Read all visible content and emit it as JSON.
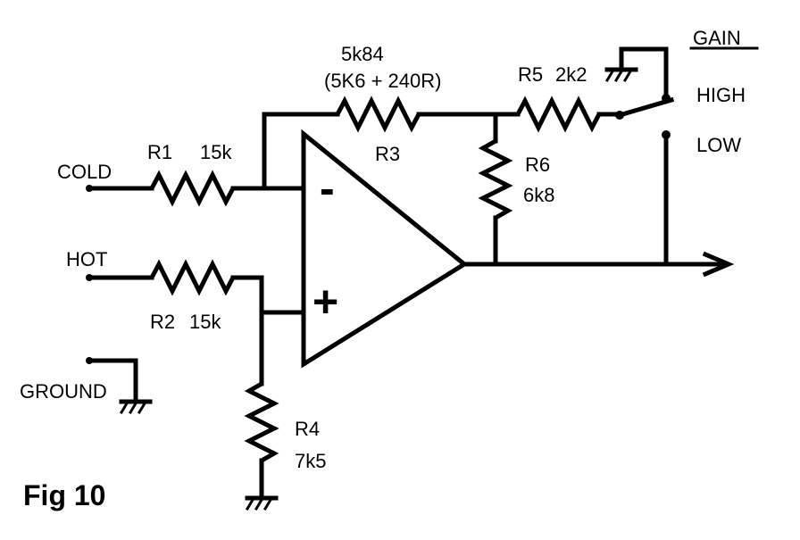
{
  "figure_label": "Fig 10",
  "inputs": {
    "cold": "COLD",
    "hot": "HOT",
    "ground": "GROUND"
  },
  "resistors": {
    "r1": {
      "name": "R1",
      "value": "15k"
    },
    "r2": {
      "name": "R2",
      "value": "15k"
    },
    "r3": {
      "name": "R3",
      "value": "5k84",
      "note": "(5K6 + 240R)"
    },
    "r4": {
      "name": "R4",
      "value": "7k5"
    },
    "r5": {
      "name": "R5",
      "value": "2k2"
    },
    "r6": {
      "name": "R6",
      "value": "6k8"
    }
  },
  "opamp": {
    "inverting": "-",
    "non_inverting": "+"
  },
  "gain_switch": {
    "title": "GAIN",
    "high": "HIGH",
    "low": "LOW"
  }
}
